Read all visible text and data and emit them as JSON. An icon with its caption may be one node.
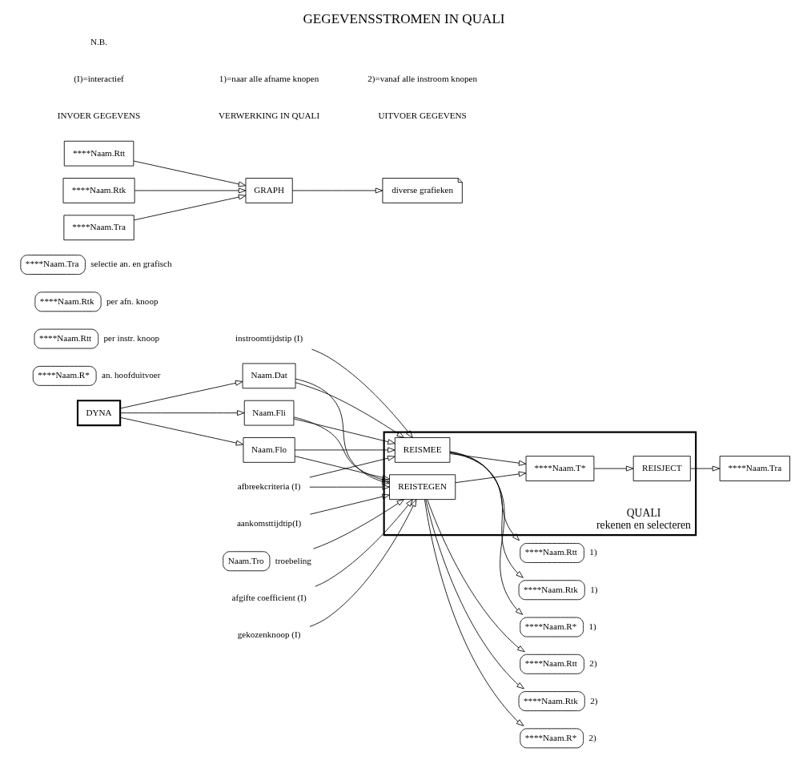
{
  "diagram": {
    "title": "GEGEVENSSTROMEN IN QUALI",
    "nodes": [
      {
        "text": [
          "instroomtijdstip (I)"
        ]
      },
      {
        "text": [
          "DYNA"
        ]
      },
      {
        "text": [
          "Naam.Dat"
        ]
      },
      {
        "text": [
          "Naam.Fli"
        ]
      },
      {
        "text": [
          "Naam.Flo"
        ]
      },
      {
        "text": [
          "afbreekcriteria (I)"
        ]
      },
      {
        "text": [
          "aankomsttijdtip(I)"
        ]
      },
      {
        "text": [
          "Naam.Tro"
        ],
        "beside": [
          "troebeling"
        ]
      },
      {
        "text": [
          "afgifte coefficient (I)"
        ]
      },
      {
        "text": [
          "gekozenknoop (I)"
        ]
      },
      {
        "text": [
          "QUALI",
          "rekenen en selecteren"
        ]
      },
      {
        "text": [
          "REISMEE"
        ],
        "in": 10
      },
      {
        "text": [
          "****Naam.T*"
        ],
        "in": 10
      },
      {
        "text": [
          "REISJECT"
        ],
        "in": 10
      },
      {
        "text": [
          "REISTEGEN"
        ],
        "in": 10
      },
      {
        "text": [
          "****Naam.R*"
        ],
        "beside": [
          "1)"
        ]
      },
      {
        "text": [
          "****Naam.Rtt"
        ],
        "beside": [
          "1)"
        ]
      },
      {
        "text": [
          "****Naam.Rtk"
        ],
        "beside": [
          "1)"
        ]
      },
      {
        "text": [
          "****Naam.Tra"
        ]
      },
      {
        "text": [
          "****Naam.R*"
        ],
        "beside": [
          "2)"
        ]
      },
      {
        "text": [
          "****Naam.Rtt"
        ],
        "beside": [
          "2)"
        ]
      },
      {
        "text": [
          "****Naam.Rtk"
        ],
        "beside": [
          "2)"
        ]
      },
      {
        "text": [
          "****Naam.R*"
        ],
        "beside": [
          "an. hoofduitvoer"
        ]
      },
      {
        "text": [
          "****Naam.Rtt"
        ],
        "beside": [
          "per instr. knoop"
        ]
      },
      {
        "text": [
          "****Naam.Rtk"
        ],
        "beside": [
          "per afn. knoop"
        ]
      },
      {
        "text": [
          "****Naam.Tra"
        ],
        "beside": [
          "selectie an. en grafisch"
        ]
      },
      {
        "text": [
          "****Naam.Rtt"
        ]
      },
      {
        "text": [
          "****Naam.Rtk"
        ]
      },
      {
        "text": [
          "****Naam.Tra"
        ]
      },
      {
        "text": [
          "GRAPH"
        ]
      },
      {
        "text": [
          "diverse grafieken"
        ]
      }
    ],
    "edges": [
      {
        "from": 0,
        "to": 11,
        "arrow": "to"
      },
      {
        "from": 1,
        "to": 2,
        "arrow": "to"
      },
      {
        "from": 1,
        "to": 3,
        "arrow": "to"
      },
      {
        "from": 1,
        "to": 4,
        "arrow": "to"
      },
      {
        "from": 2,
        "to": 11,
        "arrow": "to"
      },
      {
        "from": 3,
        "to": 11,
        "arrow": "to"
      },
      {
        "from": 4,
        "to": 11,
        "arrow": "to"
      },
      {
        "from": 5,
        "to": 11,
        "arrow": "to"
      },
      {
        "from": 2,
        "to": 14,
        "arrow": "to"
      },
      {
        "from": 3,
        "to": 14,
        "arrow": "to"
      },
      {
        "from": 4,
        "to": 14,
        "arrow": "to"
      },
      {
        "from": 5,
        "to": 14,
        "arrow": "to"
      },
      {
        "from": 6,
        "to": 14,
        "arrow": "to"
      },
      {
        "from": 7,
        "to": 14,
        "arrow": "to"
      },
      {
        "from": 8,
        "to": 14,
        "arrow": "to"
      },
      {
        "from": 9,
        "to": 14,
        "arrow": "to"
      },
      {
        "from": 11,
        "to": 12,
        "arrow": "to"
      },
      {
        "from": 14,
        "to": 12,
        "arrow": "to"
      },
      {
        "from": 12,
        "to": 13,
        "arrow": "to"
      },
      {
        "from": 11,
        "to": 15,
        "arrow": "to"
      },
      {
        "from": 11,
        "to": 16,
        "arrow": "to"
      },
      {
        "from": 11,
        "to": 17,
        "arrow": "to"
      },
      {
        "from": 13,
        "to": 18,
        "arrow": "to"
      },
      {
        "from": 14,
        "to": 19,
        "arrow": "to"
      },
      {
        "from": 14,
        "to": 20,
        "arrow": "to"
      },
      {
        "from": 14,
        "to": 21,
        "arrow": "to"
      },
      {
        "from": 26,
        "to": 29,
        "arrow": "to"
      },
      {
        "from": 27,
        "to": 29,
        "arrow": "to"
      },
      {
        "from": 28,
        "to": 29,
        "arrow": "to"
      },
      {
        "from": 29,
        "to": 30,
        "arrow": "to"
      }
    ],
    "labels": [
      "INVOER GEGEVENS",
      "VERWERKING IN QUALI",
      "UITVOER GEGEVENS",
      "(I)=interactief",
      "1)=naar alle afname knopen",
      "2)=vanaf alle instroom knopen",
      "N.B."
    ]
  }
}
